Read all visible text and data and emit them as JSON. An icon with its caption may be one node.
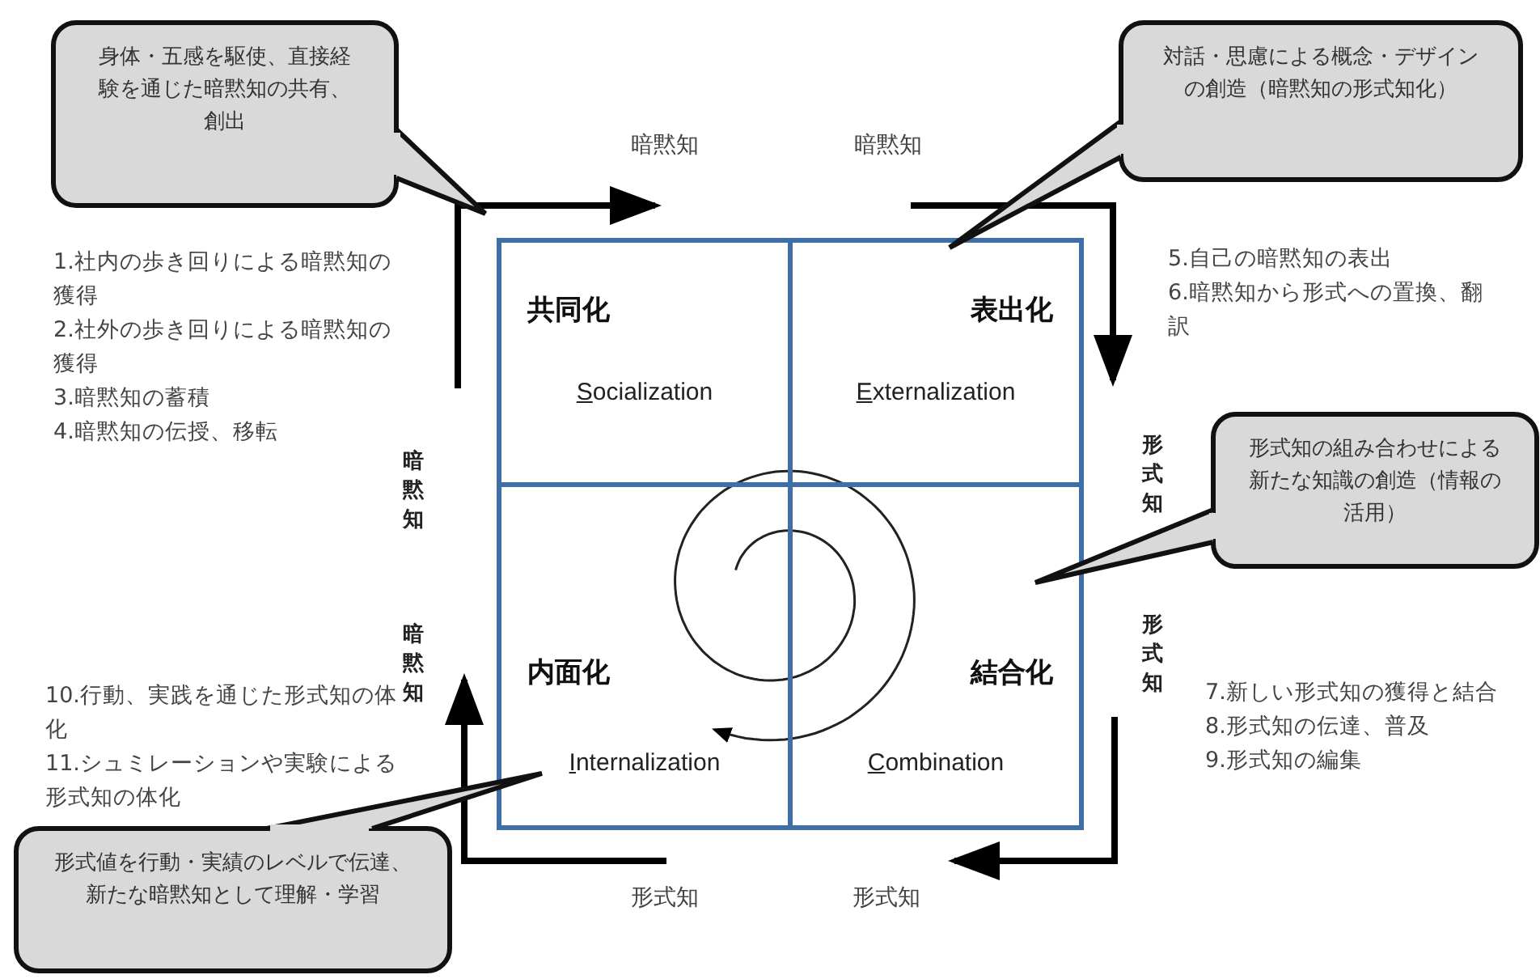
{
  "diagram": {
    "nodes": [
      {
        "text": [
          "共同化",
          "Socialization"
        ]
      },
      {
        "text": [
          "表出化",
          "Externalization"
        ]
      },
      {
        "text": [
          "内面化",
          "Internalization"
        ]
      },
      {
        "text": [
          "結合化",
          "Combination"
        ]
      },
      {
        "text": [
          "身体・五感を駆使、直接経験を通じた暗黙知の共有、創出"
        ]
      },
      {
        "text": [
          "対話・思慮による概念・デザインの創造（暗黙知の形式知化）"
        ]
      },
      {
        "text": [
          "形式知の組み合わせによる新たな知識の創造（情報の活用）"
        ]
      },
      {
        "text": [
          "形式値を行動・実績のレベルで伝達、新たな暗黙知として理解・学習"
        ]
      }
    ],
    "labels": [
      "暗黙知",
      "暗黙知",
      "暗黙知",
      "形式知",
      "暗黙知",
      "形式知",
      "形式知",
      "形式知",
      "1.社内の歩き回りによる暗黙知の獲得",
      "2.社外の歩き回りによる暗黙知の獲得",
      "3.暗黙知の蓄積",
      "4.暗黙知の伝授、移転",
      "5.自己の暗黙知の表出",
      "6.暗黙知から形式への置換、翻訳",
      "7.新しい形式知の獲得と結合",
      "8.形式知の伝達、普及",
      "9.形式知の編集",
      "10.行動、実践を通じた形式知の体化",
      "11.シュミレーションや実験による形式知の体化"
    ]
  }
}
